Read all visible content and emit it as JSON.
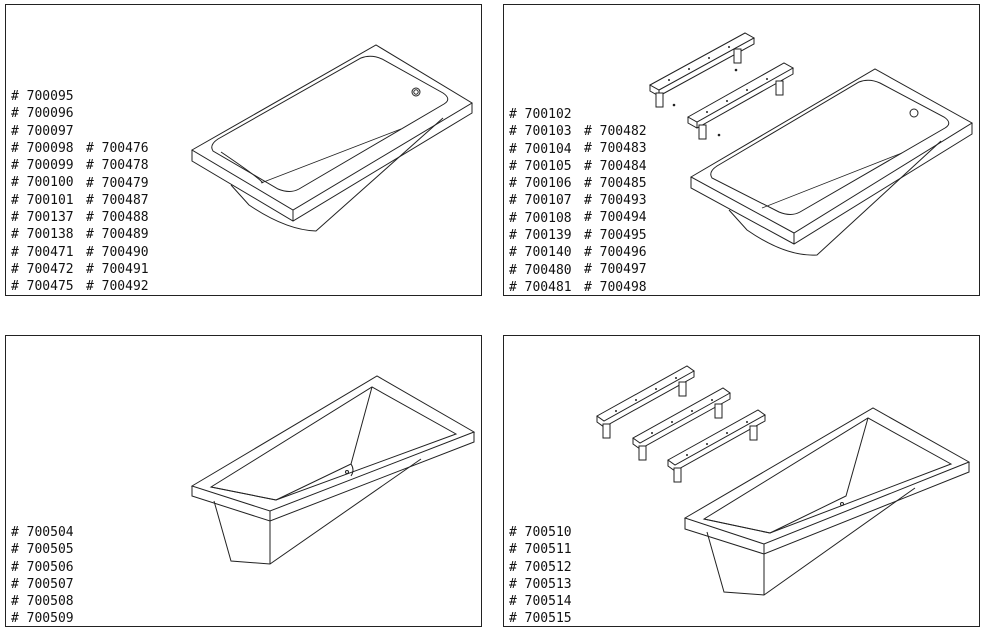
{
  "panels": [
    {
      "col1": [
        "# 700095",
        "# 700096",
        "# 700097",
        "# 700098",
        "# 700099",
        "# 700100",
        "# 700101",
        "# 700137",
        "# 700138",
        "# 700471",
        "# 700472",
        "# 700475"
      ],
      "col2": [
        "# 700476",
        "# 700478",
        "# 700479",
        "# 700487",
        "# 700488",
        "# 700489",
        "# 700490",
        "# 700491",
        "# 700492"
      ]
    },
    {
      "col1": [
        "# 700102",
        "# 700103",
        "# 700104",
        "# 700105",
        "# 700106",
        "# 700107",
        "# 700108",
        "# 700139",
        "# 700140",
        "# 700480",
        "# 700481"
      ],
      "col2": [
        "# 700482",
        "# 700483",
        "# 700484",
        "# 700485",
        "# 700493",
        "# 700494",
        "# 700495",
        "# 700496",
        "# 700497",
        "# 700498"
      ]
    },
    {
      "col1": [
        "# 700504",
        "# 700505",
        "# 700506",
        "# 700507",
        "# 700508",
        "# 700509"
      ],
      "col2": []
    },
    {
      "col1": [
        "# 700510",
        "# 700511",
        "# 700512",
        "# 700513",
        "# 700514",
        "# 700515"
      ],
      "col2": []
    }
  ],
  "colors": {
    "line": "#222222",
    "text": "#111111",
    "background": "#ffffff"
  }
}
